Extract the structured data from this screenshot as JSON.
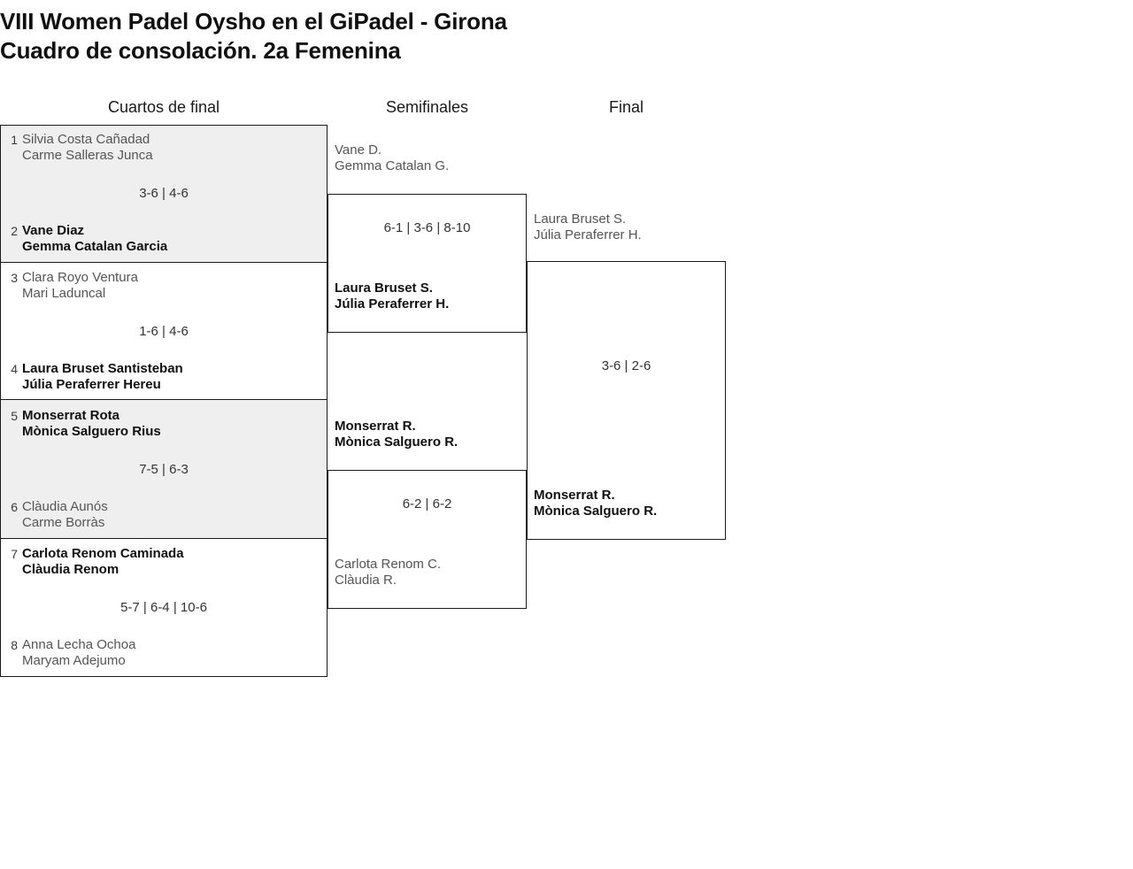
{
  "title": "VIII Women Padel Oysho en el GiPadel - Girona",
  "subtitle": "Cuadro de consolación. 2a Femenina",
  "rounds": [
    {
      "label": "Cuartos de final"
    },
    {
      "label": "Semifinales"
    },
    {
      "label": "Final"
    }
  ],
  "bracket": {
    "quarterfinals": [
      {
        "score": "3-6 | 4-6",
        "top": {
          "seed": "1",
          "line1": "Silvia Costa Cañadad",
          "line2": "Carme Salleras Junca",
          "winner": false
        },
        "bottom": {
          "seed": "2",
          "line1": "Vane Diaz",
          "line2": "Gemma Catalan Garcia",
          "winner": true
        }
      },
      {
        "score": "1-6 | 4-6",
        "top": {
          "seed": "3",
          "line1": "Clara Royo Ventura",
          "line2": "Mari Laduncal",
          "winner": false
        },
        "bottom": {
          "seed": "4",
          "line1": "Laura Bruset Santisteban",
          "line2": "Júlia Peraferrer Hereu",
          "winner": true
        }
      },
      {
        "score": "7-5 | 6-3",
        "top": {
          "seed": "5",
          "line1": "Monserrat Rota",
          "line2": "Mònica Salguero Rius",
          "winner": true
        },
        "bottom": {
          "seed": "6",
          "line1": "Clàudia Aunós",
          "line2": "Carme Borràs",
          "winner": false
        }
      },
      {
        "score": "5-7 | 6-4 | 10-6",
        "top": {
          "seed": "7",
          "line1": "Carlota Renom Caminada",
          "line2": "Clàudia Renom",
          "winner": true
        },
        "bottom": {
          "seed": "8",
          "line1": "Anna Lecha Ochoa",
          "line2": "Maryam Adejumo",
          "winner": false
        }
      }
    ],
    "semifinals": [
      {
        "score": "6-1 | 3-6 | 8-10",
        "top": {
          "line1": "Vane D.",
          "line2": "Gemma Catalan G.",
          "winner": false
        },
        "bottom": {
          "line1": "Laura Bruset S.",
          "line2": "Júlia Peraferrer H.",
          "winner": true
        }
      },
      {
        "score": "6-2 | 6-2",
        "top": {
          "line1": "Monserrat R.",
          "line2": "Mònica Salguero R.",
          "winner": true
        },
        "bottom": {
          "line1": "Carlota Renom C.",
          "line2": "Clàudia R.",
          "winner": false
        }
      }
    ],
    "final": [
      {
        "score": "3-6 | 2-6",
        "top": {
          "line1": "Laura Bruset S.",
          "line2": "Júlia Peraferrer H.",
          "winner": false
        },
        "bottom": {
          "line1": "Monserrat R.",
          "line2": "Mònica Salguero R.",
          "winner": true
        }
      }
    ]
  }
}
